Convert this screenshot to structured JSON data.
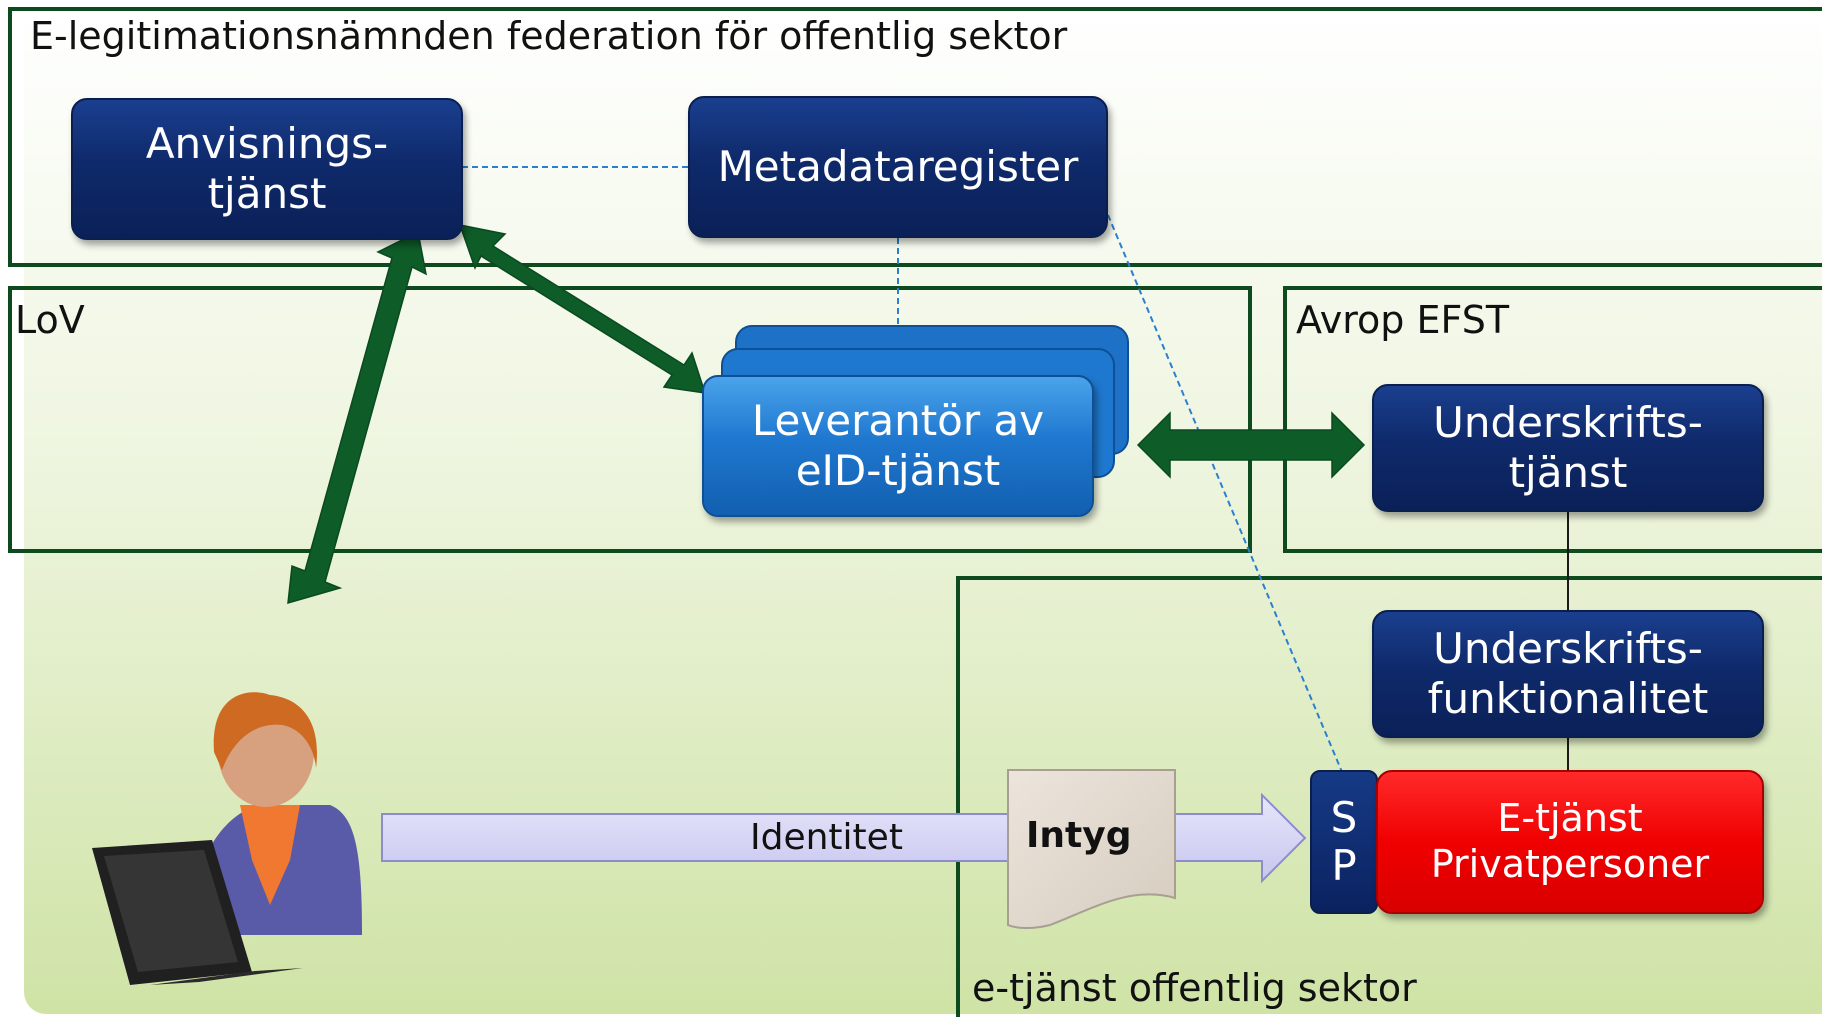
{
  "regions": {
    "federation": "E-legitimationsnämnden federation för offentlig sektor",
    "lov": "LoV",
    "avrop": "Avrop EFST",
    "etjanst_sektor": "e-tjänst offentlig sektor"
  },
  "boxes": {
    "anvisning": "Anvisnings-\ntjänst",
    "metadata": "Metadataregister",
    "leverantor": "Leverantör av\neID-tjänst",
    "underskrift_tjanst": "Underskrifts-\ntjänst",
    "underskrift_funk": "Underskrifts-\nfunktionalitet",
    "etjanst": "E-tjänst\nPrivatpersoner",
    "sp_s": "S",
    "sp_p": "P"
  },
  "flow": {
    "identitet": "Identitet",
    "intyg": "Intyg"
  },
  "colors": {
    "navy": "#0f2a6b",
    "blue": "#1f78cf",
    "red": "#f00000",
    "green_arrow": "#0e5c28",
    "frame": "#0d4a1e"
  }
}
